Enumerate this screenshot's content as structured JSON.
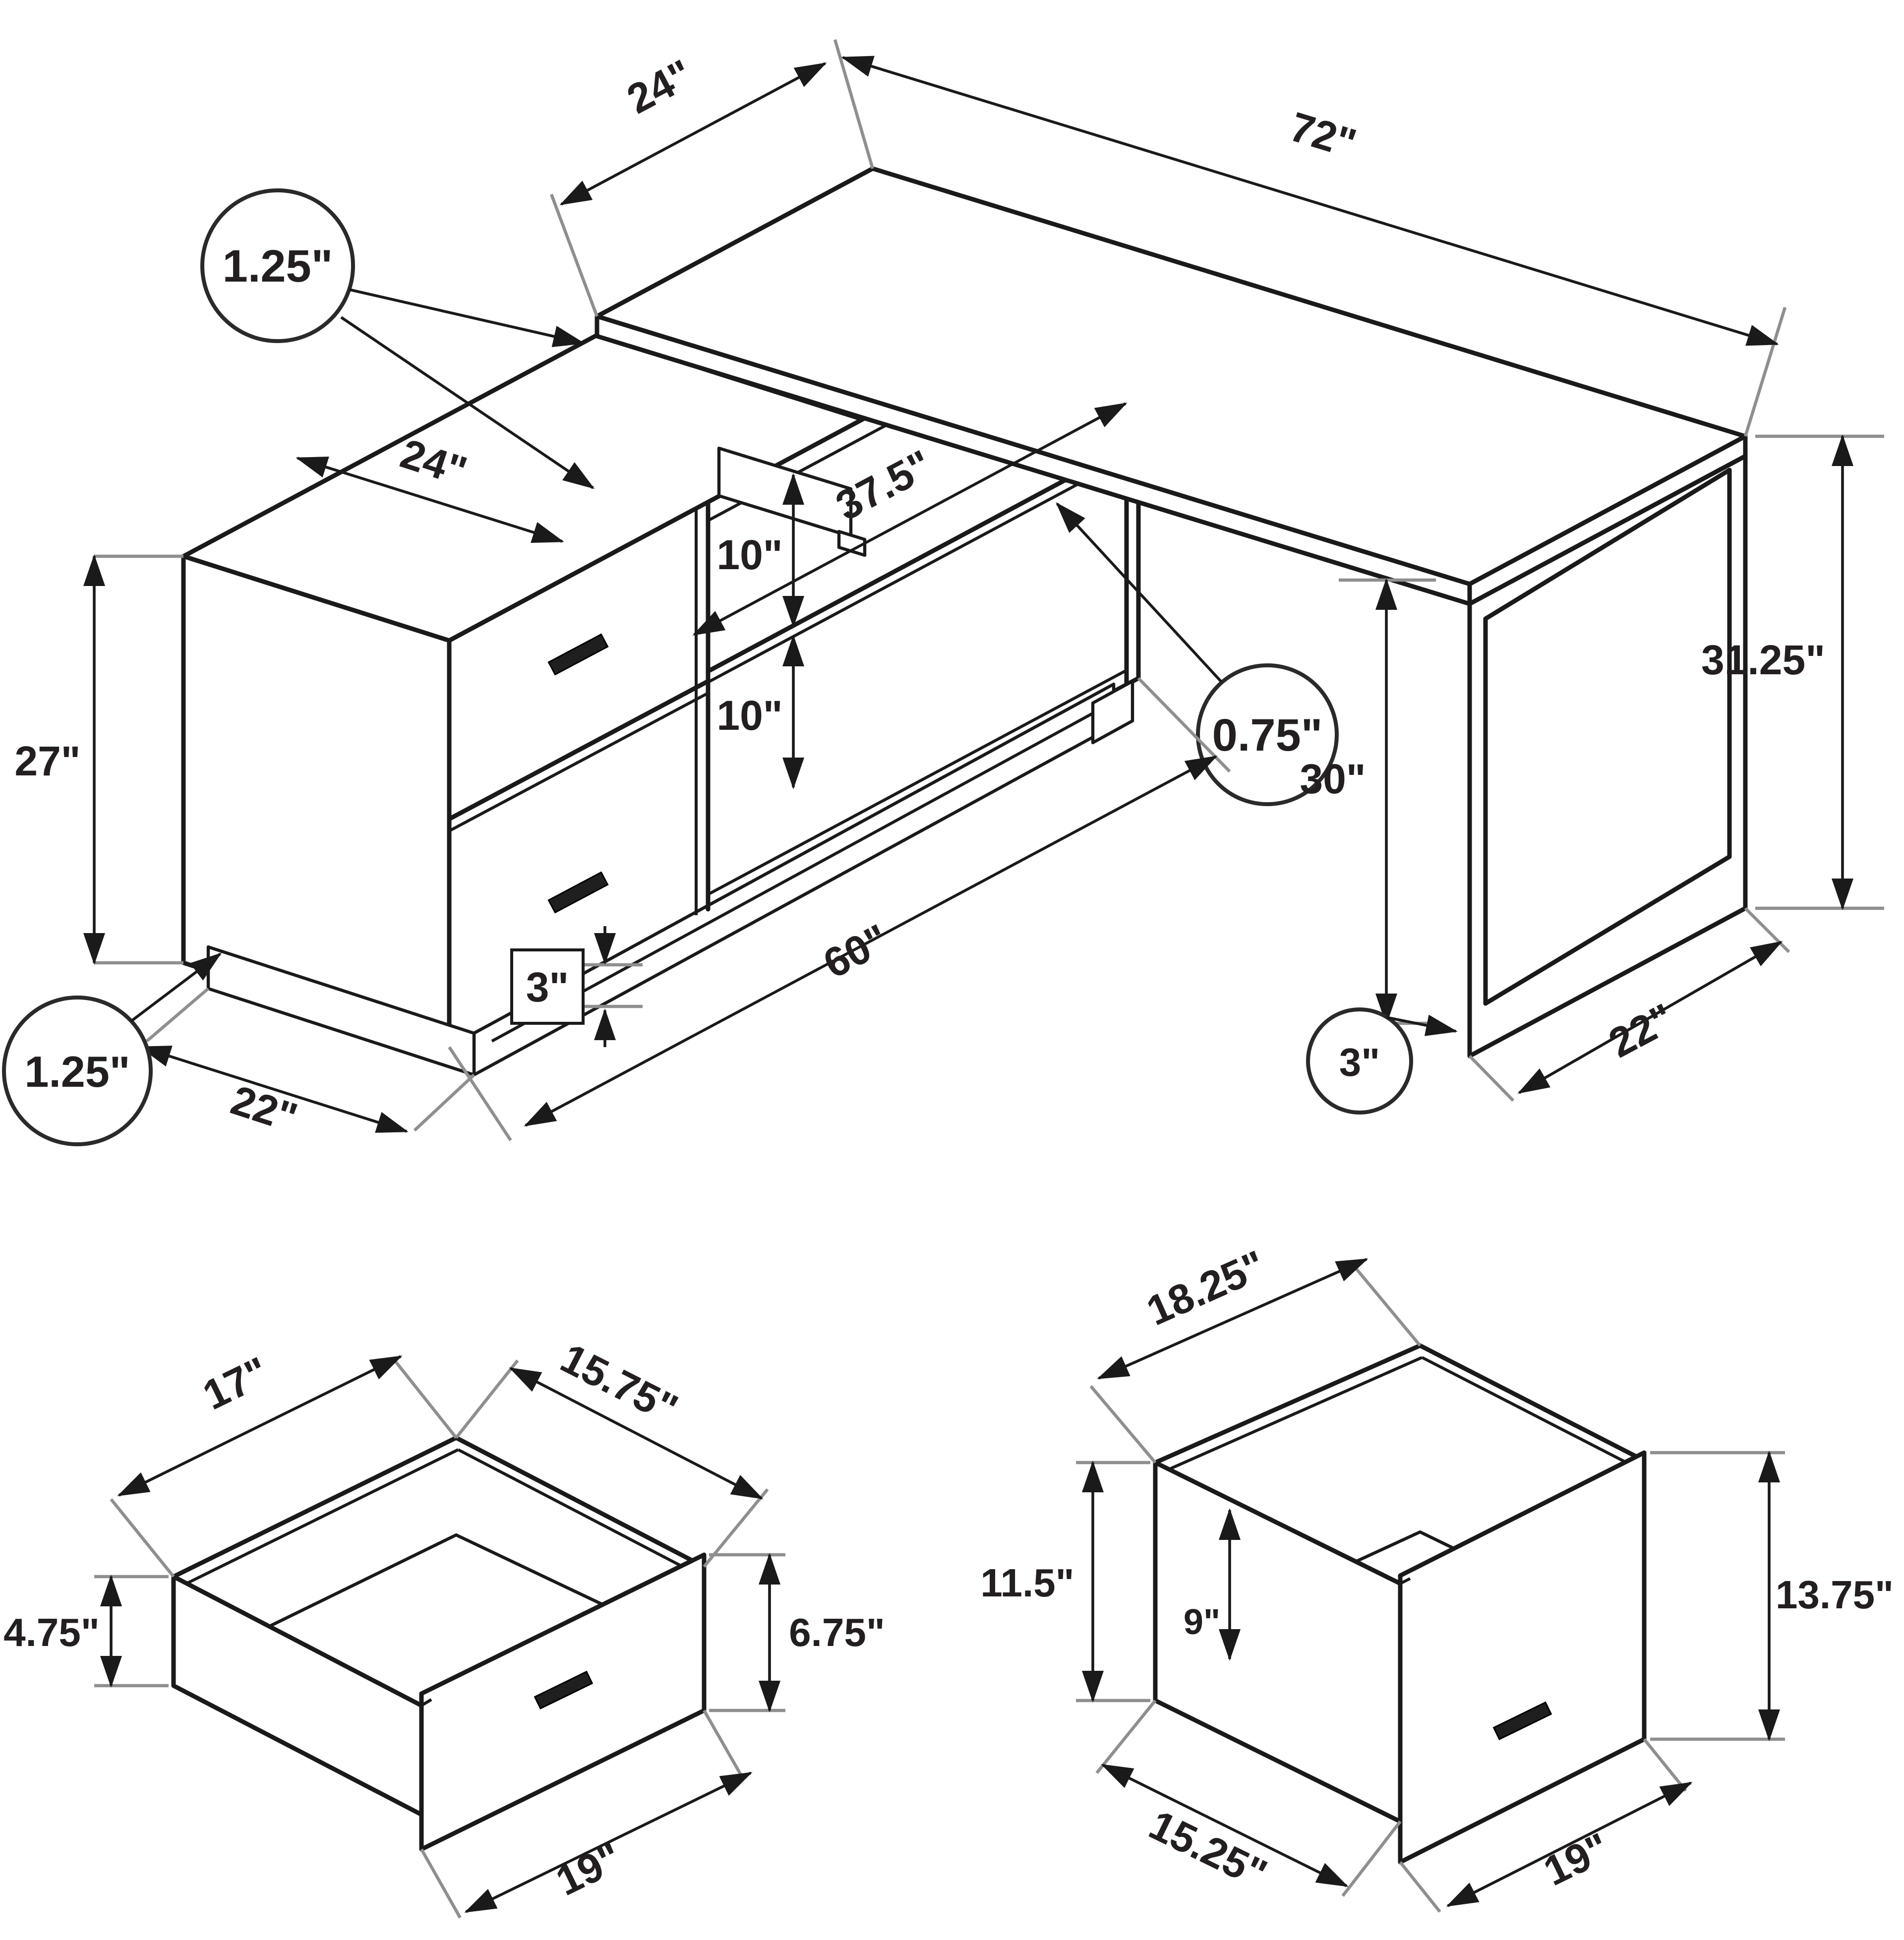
{
  "page": {
    "background": "#ffffff",
    "line_color": "#1a1a1a",
    "extension_line_color": "#8f8f8f",
    "text_color": "#231f20"
  },
  "top_view": {
    "callouts": {
      "desktop_thickness": "1.25\"",
      "shelf_thickness": "0.75\"",
      "base_thickness_left": "1.25\"",
      "leg_runner_height": "3\""
    },
    "dims": {
      "return_depth": "24\"",
      "desktop_length": "72\"",
      "cabinet_height": "27\"",
      "cabinet_top_depth": "24\"",
      "shelf_opening_upper": "10\"",
      "shelf_length": "37.5\"",
      "shelf_opening_lower": "10\"",
      "underdesk_clearance": "30\"",
      "overall_height": "31.25\"",
      "cabinet_length": "60\"",
      "base_height": "3\"",
      "cabinet_end_depth": "22\"",
      "leg_depth": "22\""
    }
  },
  "small_drawer": {
    "dims": {
      "back_width": "17\"",
      "right_width": "15.75\"",
      "side_height": "4.75\"",
      "front_height": "6.75\"",
      "front_width": "19\""
    }
  },
  "large_drawer": {
    "dims": {
      "back_width": "18.25\"",
      "side_height": "11.5\"",
      "interior_depth": "9\"",
      "front_height": "13.75\"",
      "bottom_width": "15.25\"",
      "front_width": "19\""
    }
  }
}
